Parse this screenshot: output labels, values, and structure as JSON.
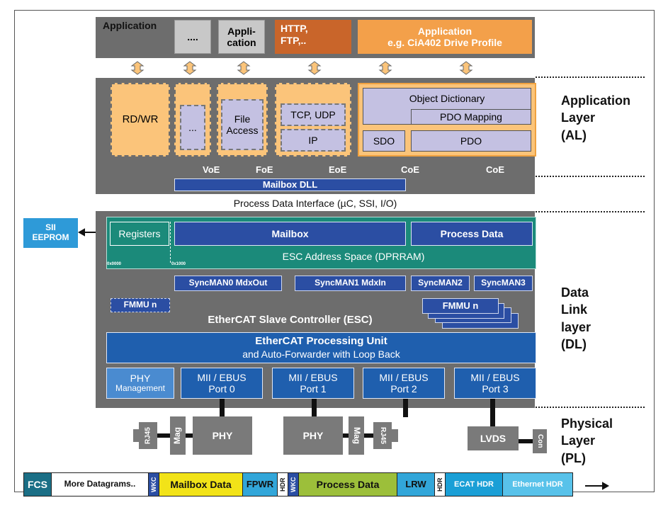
{
  "application": {
    "label": "Application",
    "box_dots": "....",
    "box_app": "Appli-\ncation",
    "box_http": "HTTP,\nFTP,..",
    "box_cia": "Application\ne.g. CiA402 Drive Profile"
  },
  "al": {
    "rdwr": "RD/WR",
    "dots": "...",
    "file_access": "File\nAccess",
    "tcp_udp": "TCP, UDP",
    "ip": "IP",
    "object_dictionary": "Object Dictionary",
    "pdo_mapping": "PDO Mapping",
    "sdo": "SDO",
    "pdo": "PDO",
    "voe": "VoE",
    "foe": "FoE",
    "eoe": "EoE",
    "coe1": "CoE",
    "coe2": "CoE",
    "mailbox_dll": "Mailbox DLL"
  },
  "pdi": "Process Data Interface (µC, SSI, I/O)",
  "dl": {
    "sii": "SII\nEEPROM",
    "registers": "Registers",
    "mailbox": "Mailbox",
    "process_data": "Process Data",
    "esc_address": "ESC Address Space (DPRRAM)",
    "addr0": "0x0000",
    "addr1000": "0x1000",
    "sync0": "SyncMAN0 MdxOut",
    "sync1": "SyncMAN1 MdxIn",
    "sync2": "SyncMAN2",
    "sync3": "SyncMAN3",
    "fmmu_left": "FMMU n",
    "fmmu_stack": "FMMU n",
    "esc": "EtherCAT Slave Controller (ESC)",
    "epu_title": "EtherCAT Processing Unit",
    "epu_sub": "and Auto-Forwarder with Loop Back",
    "phy_mgmt": "PHY\nManagement",
    "ports": [
      "MII / EBUS\nPort 0",
      "MII / EBUS\nPort 1",
      "MII / EBUS\nPort 2",
      "MII / EBUS\nPort 3"
    ]
  },
  "pl": {
    "rj45_left": "RJ45",
    "mag_left": "Mag",
    "phy_left": "PHY",
    "phy_mid": "PHY",
    "mag_mid": "Mag",
    "rj45_mid": "RJ45",
    "lvds": "LVDS",
    "con": "Con"
  },
  "layers": {
    "al": "Application\nLayer\n(AL)",
    "dl": "Data\nLink\nlayer\n(DL)",
    "pl": "Physical\nLayer\n(PL)"
  },
  "frame": {
    "fcs": "FCS",
    "more": "More Datagrams..",
    "wkc1": "WKC",
    "mailbox_data": "Mailbox Data",
    "fpwr": "FPWR",
    "hdr1": "HDR",
    "wkc2": "WKC",
    "process_data": "Process Data",
    "lrw": "LRW",
    "hdr2": "HDR",
    "ecat_hdr": "ECAT HDR",
    "eth_hdr": "Ethernet HDR"
  },
  "colors": {
    "gray_block": "#6d6d6d",
    "orange_light": "#fbc47a",
    "orange_mid": "#f3a04a",
    "orange_dark": "#c9652a",
    "lavender": "#c4c1e2",
    "navy": "#2b4ea3",
    "teal": "#1b8a7a",
    "sky": "#2e9ad8"
  }
}
